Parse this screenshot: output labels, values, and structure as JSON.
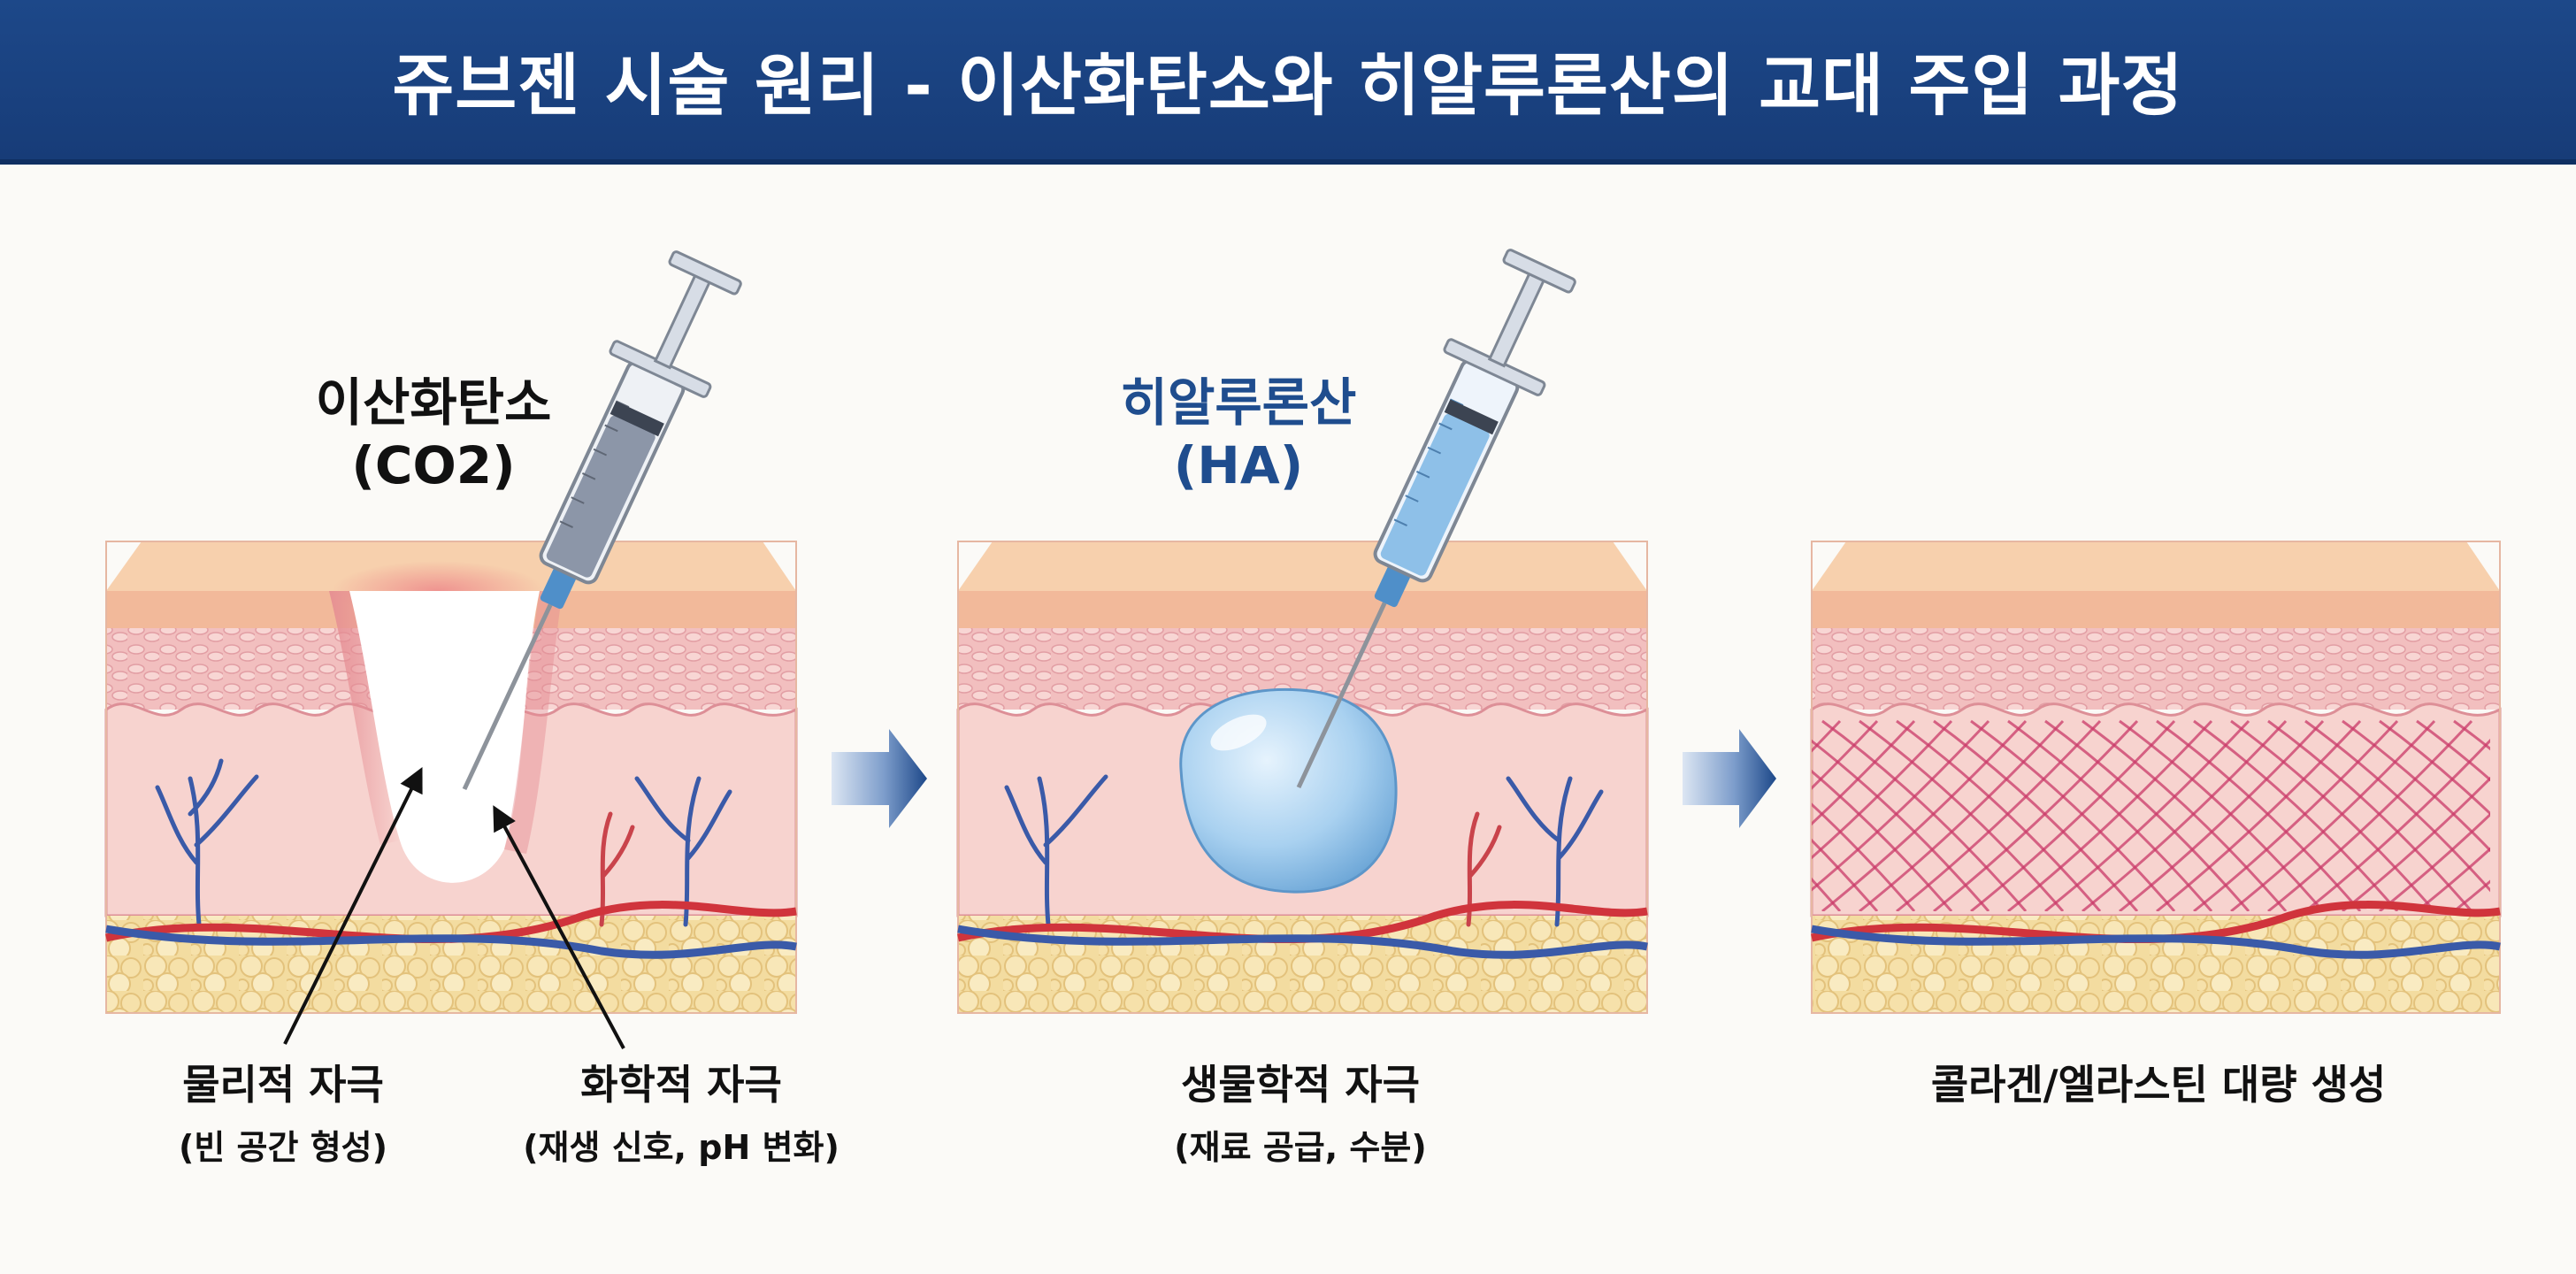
{
  "header": {
    "title": "쥬브젠 시술 원리 - 이산화탄소와 히알루론산의 교대 주입 과정"
  },
  "panels": [
    {
      "agent_name": "이산화탄소",
      "agent_formula": "(CO2)",
      "captions": [
        {
          "main": "물리적 자극",
          "sub": "(빈 공간 형성)"
        },
        {
          "main": "화학적 자극",
          "sub": "(재생 신호, pH 변화)"
        }
      ]
    },
    {
      "agent_name": "히알루론산",
      "agent_formula": "(HA)",
      "captions": [
        {
          "main": "생물학적 자극",
          "sub": "(재료 공급, 수분)"
        }
      ]
    },
    {
      "captions": [
        {
          "main": "콜라겐/엘라스틴 대량 생성"
        }
      ]
    }
  ],
  "icons": {
    "step_arrow": "right-arrow-icon",
    "syringe": "syringe-icon"
  },
  "colors": {
    "banner": "#1d4889",
    "agent_ha_text": "#1f4d8e",
    "epidermis": "#f5c8a0",
    "dermis": "#f7d3cf",
    "fat": "#f3dca0",
    "artery": "#d0343c",
    "vein": "#3a5aa8",
    "collagen": "#c93a68",
    "ha_gel": "#9cc8ec",
    "co2_syringe_fill": "#8c96a8",
    "ha_syringe_fill": "#8ec0e8"
  }
}
